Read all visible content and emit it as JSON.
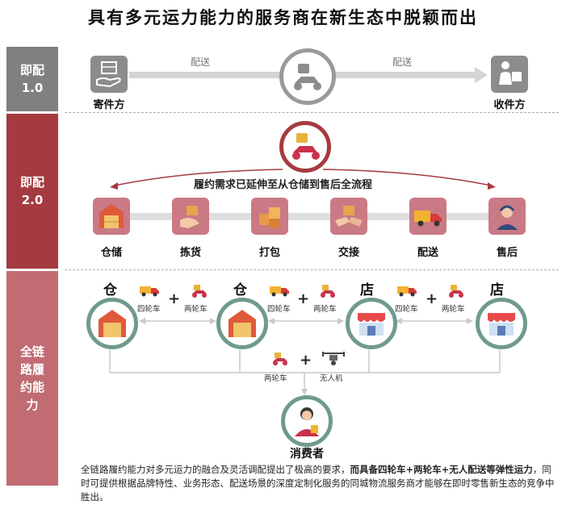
{
  "title": "具有多元运力能力的服务商在新生态中脱颖而出",
  "band1": {
    "line1": "即配",
    "line2": "1.0"
  },
  "band2": {
    "line1": "即配",
    "line2": "2.0"
  },
  "band3": {
    "chars": [
      "全链",
      "路履",
      "约能",
      "力"
    ]
  },
  "row1": {
    "sender": "寄件方",
    "receiver": "收件方",
    "deliver_left": "配送",
    "deliver_right": "配送"
  },
  "row2": {
    "caption": "履约需求已延伸至从仓储到售后全流程",
    "steps": [
      "仓储",
      "拣货",
      "打包",
      "交接",
      "配送",
      "售后"
    ]
  },
  "row3": {
    "nodes": [
      "仓",
      "仓",
      "店",
      "店"
    ],
    "three_wheel": "四轮车",
    "two_wheel": "两轮车",
    "plus": "+",
    "drone": "无人机",
    "consumer": "消费者"
  },
  "paragraph": {
    "part1": "全链路履约能力对多元运力的融合及灵活调配提出了极高的要求，",
    "bold": "而具备四轮车+两轮车+无人配送等弹性运力",
    "part2": "，同时可提供根据品牌特性、业务形态、配送场景的深度定制化服务的同城物流服务商才能够在即时零售新生态的竞争中胜出。"
  },
  "colors": {
    "band1": "#808080",
    "band2": "#a53b41",
    "band3": "#c06c72",
    "tile": "#c97a84",
    "ring": "#6f9a90"
  }
}
